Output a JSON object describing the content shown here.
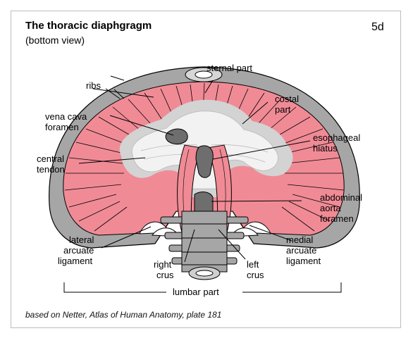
{
  "header": {
    "title": "The thoracic diaphgragm",
    "subtitle": "(bottom view)",
    "plate_id": "5d"
  },
  "labels": {
    "ribs": "ribs",
    "sternal_part": "sternal part",
    "costal_part": [
      "costal",
      "part"
    ],
    "vena_cava_foramen": [
      "vena cava",
      "foramen"
    ],
    "esophageal_hiatus": [
      "esophageal",
      "hiatus"
    ],
    "central_tendon": [
      "central",
      "tendon"
    ],
    "abdominal_aorta_foramen": [
      "abdominal",
      "aorta",
      "foramen"
    ],
    "lateral_arcuate_ligament": [
      "lateral",
      "arcuate",
      "ligament"
    ],
    "medial_arcuate_ligament": [
      "medial",
      "arcuate",
      "ligament"
    ],
    "right_crus": [
      "right",
      "crus"
    ],
    "left_crus": [
      "left",
      "crus"
    ],
    "lumbar_part": "lumbar part"
  },
  "footer": {
    "citation": "based on Netter, Atlas of Human Anatomy, plate 181"
  },
  "colors": {
    "muscle": "#f08b96",
    "rib_ring": "#a6a6a6",
    "tendon": "#ececec",
    "hole": "#6e6e6e",
    "outline": "#000000",
    "frame": "#bdbdbd"
  }
}
